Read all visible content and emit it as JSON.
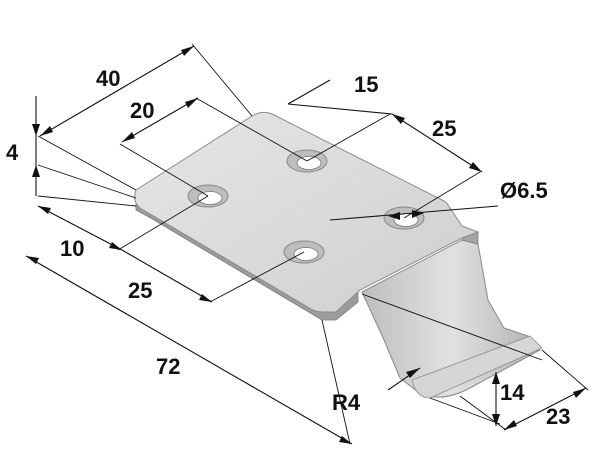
{
  "figure": {
    "type": "isometric-part-drawing",
    "part": "bent mounting plate with four holes and hooked tab",
    "colors": {
      "part_light": "#dcdcdc",
      "part_mid": "#c3c3c3",
      "part_dark": "#9a9a9a",
      "lines": "#111111"
    }
  },
  "dimensions": {
    "width_40": "40",
    "hole_spacing_20": "20",
    "hole_spacing_15": "15",
    "hole_spacing_25_top": "25",
    "thickness_4": "4",
    "edge_offset_10": "10",
    "hole_spacing_25_left": "25",
    "hole_diameter": "Ø6.5",
    "length_72": "72",
    "bend_radius": "R4",
    "tab_height_14": "14",
    "tab_width_23": "23"
  }
}
